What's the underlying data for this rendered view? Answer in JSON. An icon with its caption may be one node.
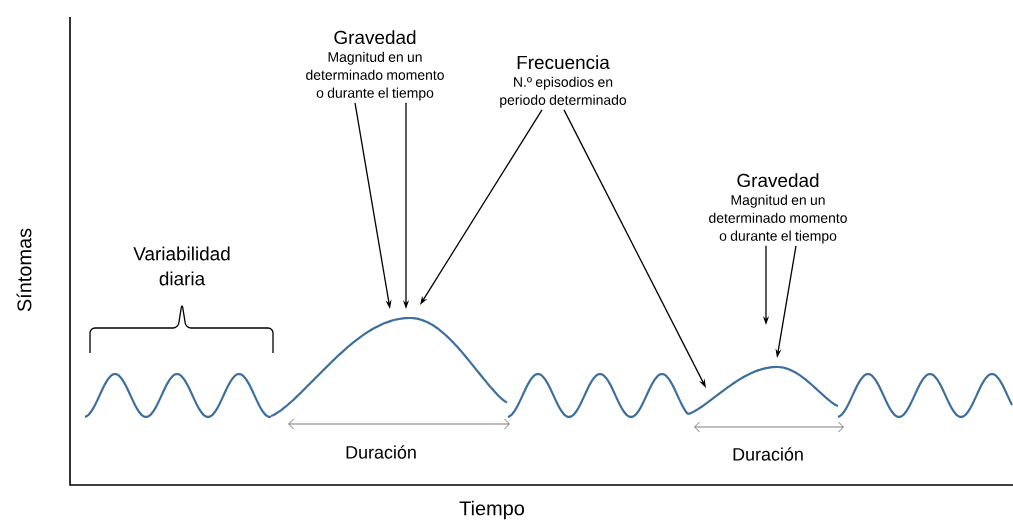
{
  "diagram": {
    "nodes": [
      {
        "text": [
          "Gravedad",
          "Magnitud en un determinado momento o durante el tiempo"
        ]
      },
      {
        "text": [
          "Frecuencia",
          "N.º episodios en periodo determinado"
        ]
      },
      {
        "text": [
          "Gravedad",
          "Magnitud en un determinado momento o durante el tiempo"
        ]
      }
    ],
    "edges": [
      {
        "from": 0,
        "to": null,
        "arrow": "to"
      },
      {
        "from": 0,
        "to": null,
        "arrow": "to"
      },
      {
        "from": 1,
        "to": null,
        "arrow": "to"
      },
      {
        "from": 1,
        "to": null,
        "arrow": "to"
      },
      {
        "from": 2,
        "to": null,
        "arrow": "to"
      },
      {
        "from": 2,
        "to": null,
        "arrow": "to"
      }
    ],
    "labels": [
      "Síntomas",
      "Variabilidad diaria",
      "Duración",
      "Duración",
      "Tiempo"
    ]
  }
}
